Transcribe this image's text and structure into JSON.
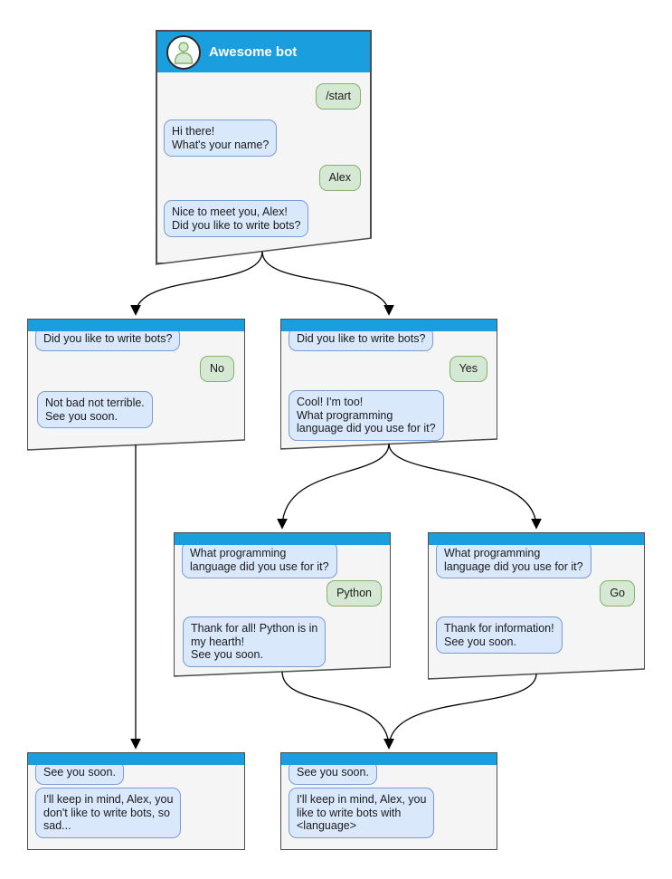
{
  "colors": {
    "header_blue": "#1b9ede",
    "window_fill": "#f5f5f5",
    "window_border": "#4d4d4d",
    "bot_bubble_fill": "#dae8fc",
    "bot_bubble_border": "#7a9cd4",
    "user_bubble_fill": "#d5e8d4",
    "user_bubble_border": "#82b366",
    "arrow": "#000000",
    "text": "#1a1a1a",
    "title_text": "#ffffff"
  },
  "windows": [
    {
      "title": "Awesome bot",
      "messages": [
        {
          "side": "user",
          "text": "/start"
        },
        {
          "side": "bot",
          "text": "Hi there!\nWhat's your name?"
        },
        {
          "side": "user",
          "text": "Alex"
        },
        {
          "side": "bot",
          "text": "Nice to meet you, Alex!\nDid you like to write bots?"
        }
      ]
    },
    {
      "messages": [
        {
          "side": "bot",
          "text": "Did you like to write bots?"
        },
        {
          "side": "user",
          "text": "No"
        },
        {
          "side": "bot",
          "text": "Not bad not terrible.\nSee you soon."
        }
      ]
    },
    {
      "messages": [
        {
          "side": "bot",
          "text": "Did you like to write bots?"
        },
        {
          "side": "user",
          "text": "Yes"
        },
        {
          "side": "bot",
          "text": "Cool! I'm too!\nWhat programming\nlanguage did you use for it?"
        }
      ]
    },
    {
      "messages": [
        {
          "side": "bot",
          "text": "What programming\nlanguage did you use for it?"
        },
        {
          "side": "user",
          "text": "Python"
        },
        {
          "side": "bot",
          "text": "Thank for all! Python is in\nmy hearth!\nSee you soon."
        }
      ]
    },
    {
      "messages": [
        {
          "side": "bot",
          "text": "What programming\nlanguage did you use for it?"
        },
        {
          "side": "user",
          "text": "Go"
        },
        {
          "side": "bot",
          "text": "Thank for information!\nSee you soon."
        }
      ]
    },
    {
      "messages": [
        {
          "side": "bot",
          "text": "See you soon."
        },
        {
          "side": "bot",
          "text": "I'll keep in mind, Alex, you\ndon't like to write bots, so\nsad..."
        }
      ]
    },
    {
      "messages": [
        {
          "side": "bot",
          "text": "See you soon."
        },
        {
          "side": "bot",
          "text": "I'll keep in mind, Alex, you\nlike to write bots with\n<language>"
        }
      ]
    }
  ]
}
